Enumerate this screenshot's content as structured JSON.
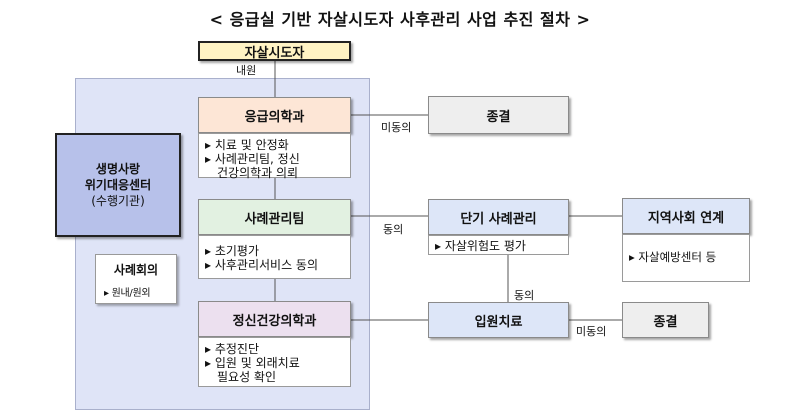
{
  "title": "< 응급실 기반 자살시도자 사후관리 사업 추진 절차 >",
  "nodes": {
    "suicide_attempter": "자살시도자",
    "er": "응급의학과",
    "case_team": "사례관리팀",
    "psychiatry": "정신건강의학과",
    "center_line1": "생명사랑",
    "center_line2": "위기대응센터",
    "center_line3": "(수행기관)",
    "case_meeting": "사례회의",
    "short_case": "단기 사례관리",
    "community": "지역사회 연계",
    "admission": "입원치료",
    "end1": "종결",
    "end2": "종결"
  },
  "lists": {
    "er": [
      "▸ 치료 및 안정화",
      "▸ 사례관리팀, 정신",
      "건강의학과 의뢰"
    ],
    "case_team": [
      "▸ 초기평가",
      "▸ 사후관리서비스 동의"
    ],
    "psychiatry": [
      "▸ 추정진단",
      "▸ 입원 및 외래치료",
      "필요성 확인"
    ],
    "case_meeting": "▸ 원내/원외",
    "short_case": "▸ 자살위험도 평가",
    "community": "▸ 자살예방센터 등"
  },
  "edge_labels": {
    "visit": "내원",
    "no_consent_1": "미동의",
    "consent_1": "동의",
    "consent_2": "동의",
    "no_consent_2": "미동의"
  },
  "colors": {
    "attempter_bg": "#fff3c4",
    "er_bg": "#fde6d6",
    "case_bg": "#e2f1e1",
    "psych_bg": "#ece0ef",
    "center_bg": "#b7c1ea",
    "blue_box_bg": "#dde6f8",
    "region_bg": "#dfe4f7"
  }
}
